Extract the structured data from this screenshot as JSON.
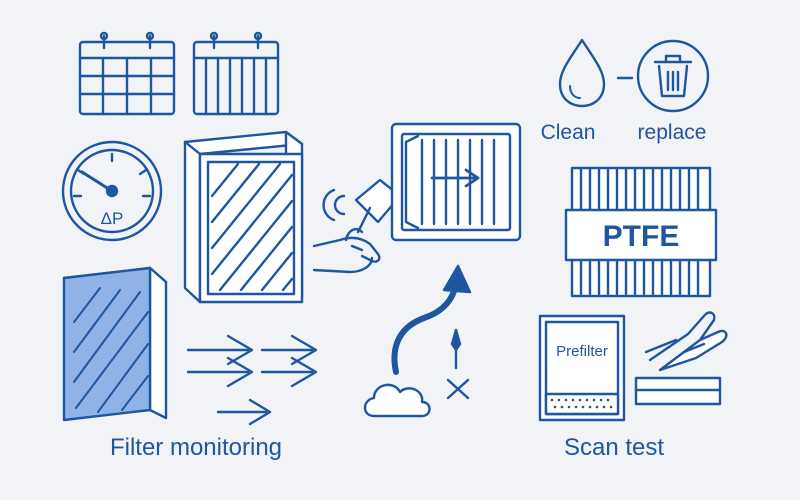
{
  "colors": {
    "stroke": "#1f56a0",
    "fill_light": "#8fb3e6",
    "fill_mid": "#6f9ad8",
    "background": "#f1f3f6",
    "paper": "#ffffff"
  },
  "icons": [
    "calendar-icon",
    "calendar-icon",
    "pressure-gauge-icon",
    "hvac-filter-icon",
    "scanning-wand-icon",
    "filter-airflow-icon",
    "blue-filter-icon",
    "airflow-arrows-icon",
    "rising-arrow-icon",
    "cloud-icon",
    "water-drop-icon",
    "trash-bin-icon",
    "pleated-media-icon",
    "prefilter-panel-icon",
    "hand-tool-icon"
  ],
  "labels": {
    "gauge_delta": "ΔP",
    "clean": "Clean",
    "replace": "replace",
    "ptfe": "PTFE",
    "prefilter": "Prefilter",
    "filter_monitoring": "Filter monitoring",
    "scan_test": "Scan test"
  }
}
